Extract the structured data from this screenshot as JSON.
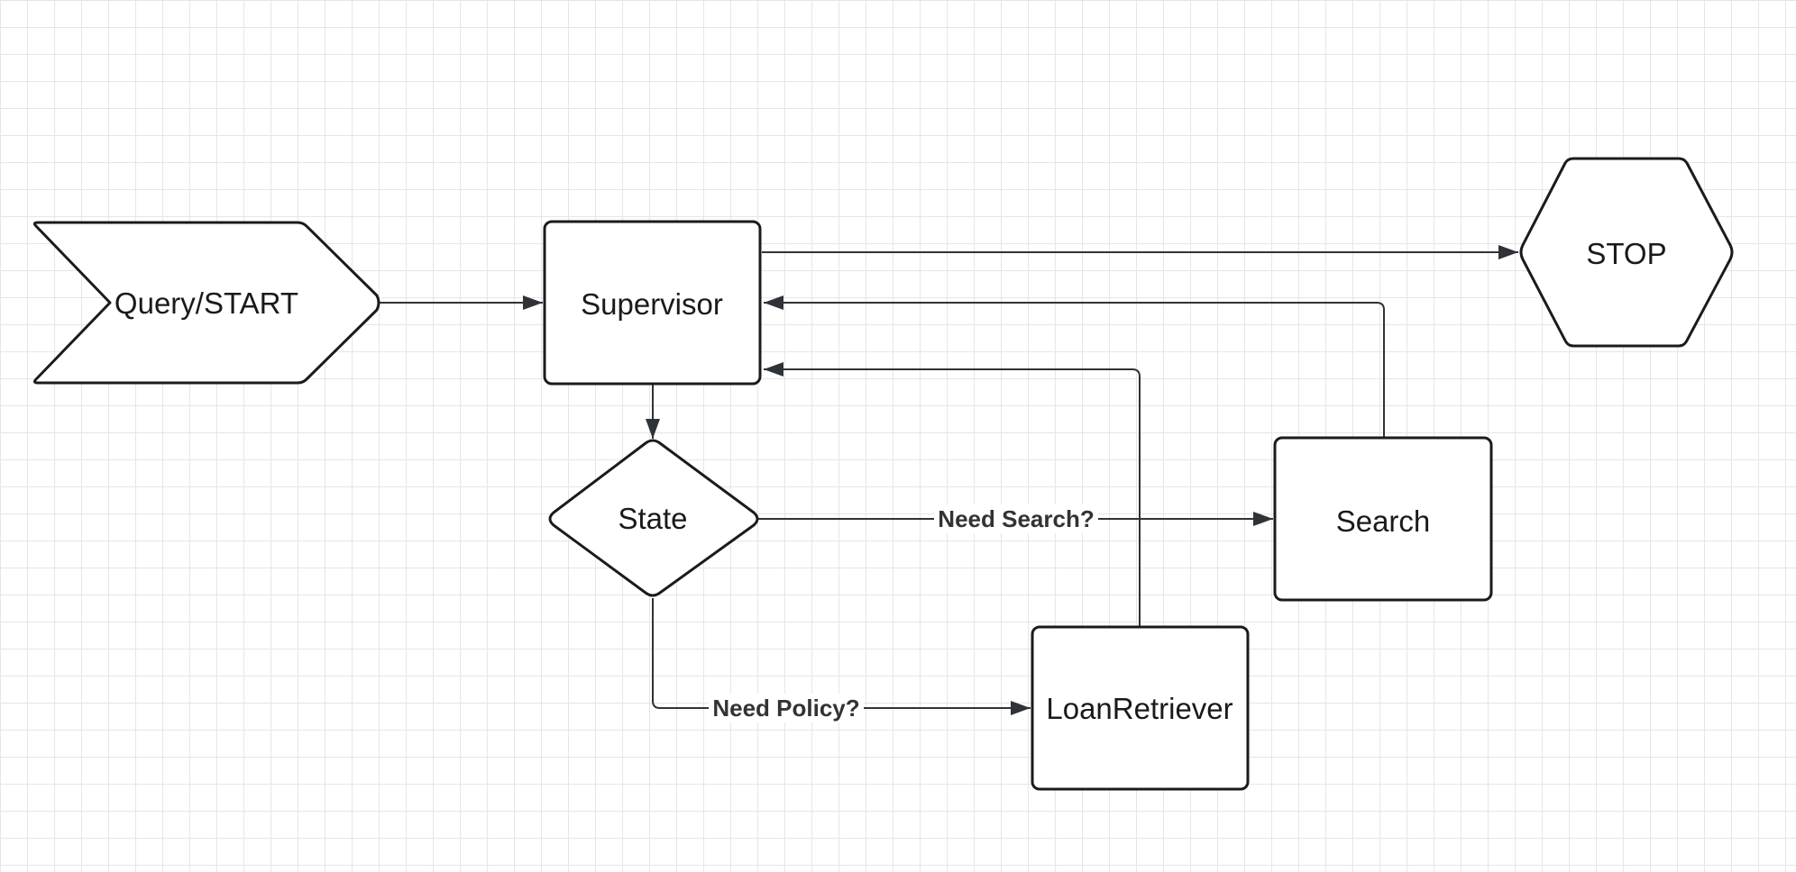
{
  "canvas": {
    "grid": true,
    "background": "#ffffff",
    "grid_color": "#e6e6e6"
  },
  "colors": {
    "stroke": "#1b1b1b",
    "edge": "#2f3337",
    "text": "#1a1a1a",
    "edge_label": "#333333"
  },
  "nodes": {
    "start": {
      "label": "Query/START",
      "shape": "chevron"
    },
    "supervisor": {
      "label": "Supervisor",
      "shape": "rounded-rectangle"
    },
    "state": {
      "label": "State",
      "shape": "diamond"
    },
    "search": {
      "label": "Search",
      "shape": "rounded-rectangle"
    },
    "loan_retriever": {
      "label": "LoanRetriever",
      "shape": "rounded-rectangle"
    },
    "stop": {
      "label": "STOP",
      "shape": "hexagon"
    }
  },
  "edges": {
    "start_to_supervisor": {
      "from": "Query/START",
      "to": "Supervisor",
      "label": ""
    },
    "supervisor_to_stop": {
      "from": "Supervisor",
      "to": "STOP",
      "label": ""
    },
    "supervisor_to_state": {
      "from": "Supervisor",
      "to": "State",
      "label": ""
    },
    "state_to_search": {
      "from": "State",
      "to": "Search",
      "label": "Need Search?"
    },
    "state_to_loan": {
      "from": "State",
      "to": "LoanRetriever",
      "label": "Need Policy?"
    },
    "search_to_supervisor": {
      "from": "Search",
      "to": "Supervisor",
      "label": ""
    },
    "loan_to_supervisor": {
      "from": "LoanRetriever",
      "to": "Supervisor",
      "label": ""
    }
  }
}
